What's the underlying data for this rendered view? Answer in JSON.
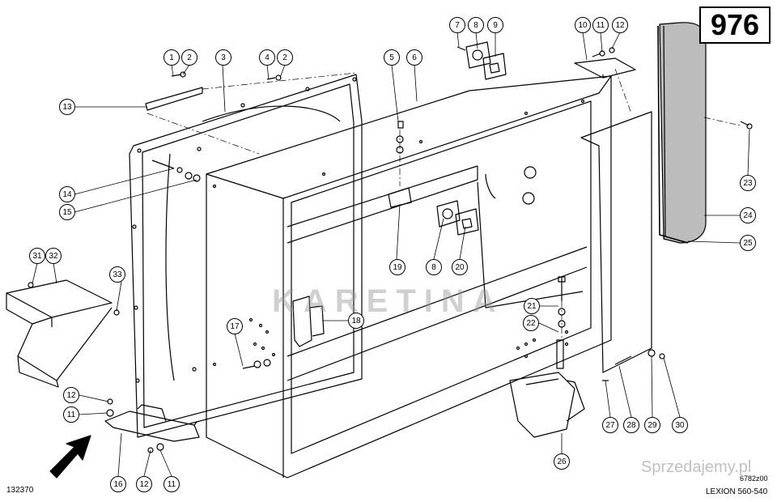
{
  "page_number": "976",
  "drawing_code_left": "132370",
  "drawing_code_right": "6782z00",
  "model": "LEXION 560-540",
  "watermark": "KARETINA",
  "site_watermark": "Sprzedajemy.pl",
  "callouts": [
    "1",
    "2",
    "3",
    "4",
    "2",
    "5",
    "6",
    "7",
    "8",
    "9",
    "10",
    "11",
    "12",
    "13",
    "14",
    "15",
    "31",
    "32",
    "33",
    "19",
    "8",
    "20",
    "18",
    "17",
    "21",
    "22",
    "23",
    "24",
    "25",
    "12",
    "11",
    "16",
    "12",
    "11",
    "26",
    "27",
    "28",
    "29",
    "30"
  ]
}
